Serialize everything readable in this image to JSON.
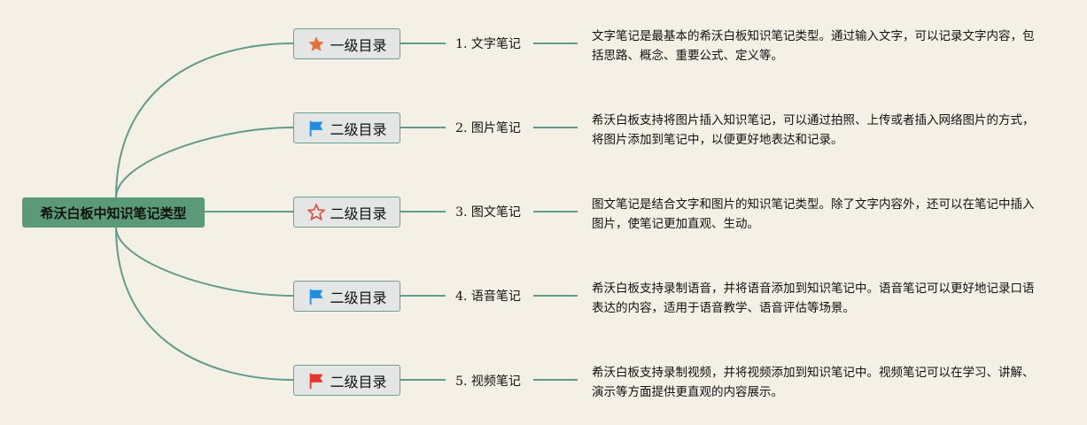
{
  "root": {
    "label": "希沃白板中知识笔记类型"
  },
  "branches": [
    {
      "level_label": "一级目录",
      "icon": "star-filled-icon",
      "icon_color": "#e8703a",
      "sub_label": "1. 文字笔记",
      "description": "文字笔记是最基本的希沃白板知识笔记类型。通过输入文字，可以记录文字内容，包括思路、概念、重要公式、定义等。"
    },
    {
      "level_label": "二级目录",
      "icon": "flag-icon",
      "icon_color": "#1e8fe0",
      "sub_label": "2. 图片笔记",
      "description": "希沃白板支持将图片插入知识笔记，可以通过拍照、上传或者插入网络图片的方式，将图片添加到笔记中，以便更好地表达和记录。"
    },
    {
      "level_label": "二级目录",
      "icon": "star-outline-icon",
      "icon_color": "#e24b3b",
      "sub_label": "3. 图文笔记",
      "description": "图文笔记是结合文字和图片的知识笔记类型。除了文字内容外，还可以在笔记中插入图片，使笔记更加直观、生动。"
    },
    {
      "level_label": "二级目录",
      "icon": "flag-icon",
      "icon_color": "#1e8fe0",
      "sub_label": "4. 语音笔记",
      "description": "希沃白板支持录制语音，并将语音添加到知识笔记中。语音笔记可以更好地记录口语表达的内容，适用于语音教学、语音评估等场景。"
    },
    {
      "level_label": "二级目录",
      "icon": "flag-icon",
      "icon_color": "#e8352a",
      "sub_label": "5. 视频笔记",
      "description": "希沃白板支持录制视频，并将视频添加到知识笔记中。视频笔记可以在学习、讲解、演示等方面提供更直观的内容展示。"
    }
  ],
  "colors": {
    "link": "#5f9c8b",
    "root_bg": "#5a9a78",
    "background": "#f4f0e6"
  }
}
